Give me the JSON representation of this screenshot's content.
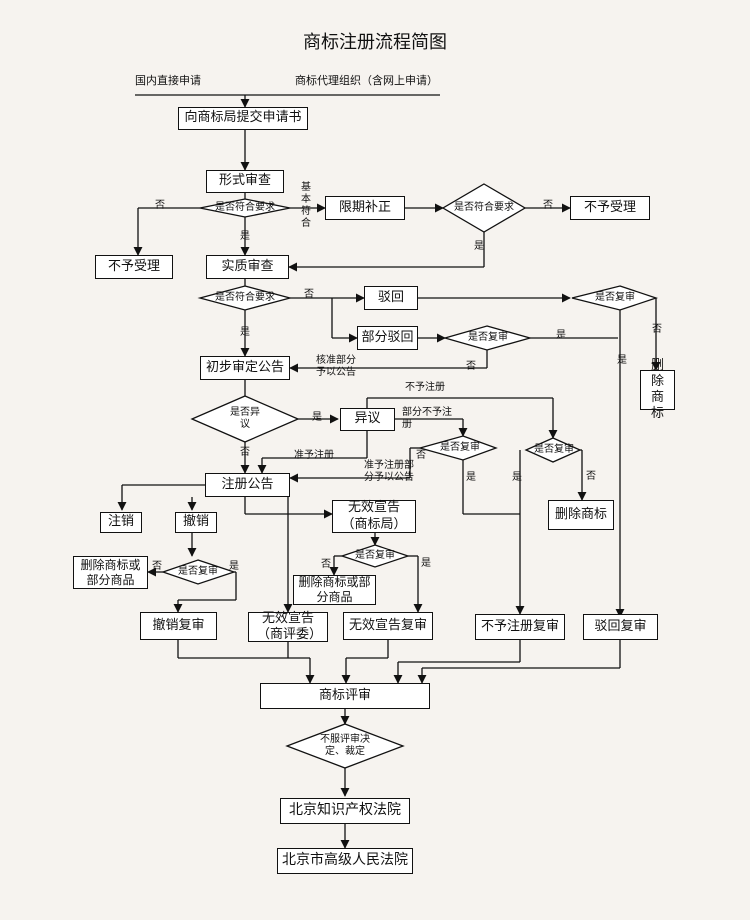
{
  "title": "商标注册流程简图",
  "sources": {
    "direct": "国内直接申请",
    "agency": "商标代理组织（含网上申请）"
  },
  "boxes": {
    "submit": "向商标局提交申请书",
    "formal": "形式审查",
    "correct": "限期补正",
    "reject_accept_right": "不予受理",
    "reject_accept_left": "不予受理",
    "substantive": "实质审查",
    "bohui": "驳回",
    "partial": "部分驳回",
    "prelim": "初步审定公告",
    "delete_right": "删除商标",
    "objection": "异议",
    "delete_mid": "删除商标",
    "register": "注册公告",
    "cancel_note": "注销",
    "revoke": "撤销",
    "delete_goods_left": "删除商标或部分商品",
    "invalid_office": "无效宣告（商标局）",
    "delete_goods_mid": "删除商标或部分商品",
    "revoke_review": "撤销复审",
    "invalid_board": "无效宣告（商评委）",
    "invalid_review": "无效宣告复审",
    "noreg_review": "不予注册复审",
    "bohui_review": "驳回复审",
    "tmboard": "商标评审",
    "ip_court": "北京知识产权法院",
    "high_court": "北京市高级人民法院"
  },
  "diamonds": {
    "d1": "是否符合要求",
    "d2": "是否符合要求",
    "d3": "是否符合要求",
    "d4": "是否复审",
    "d5": "是否复审",
    "d6": "是否异议",
    "d7": "是否复审",
    "d8": "是否复审",
    "d9": "是否复审",
    "d10": "是否复审",
    "d11": "不服评审决定、裁定"
  },
  "labels": {
    "yes": "是",
    "no": "否",
    "basic": "基本符合",
    "approve_part": "核准部分予以公告",
    "no_reg": "不予注册",
    "partial_no": "部分不予注册",
    "grant": "准予注册",
    "grant_part": "准予注册部分予以公告"
  }
}
